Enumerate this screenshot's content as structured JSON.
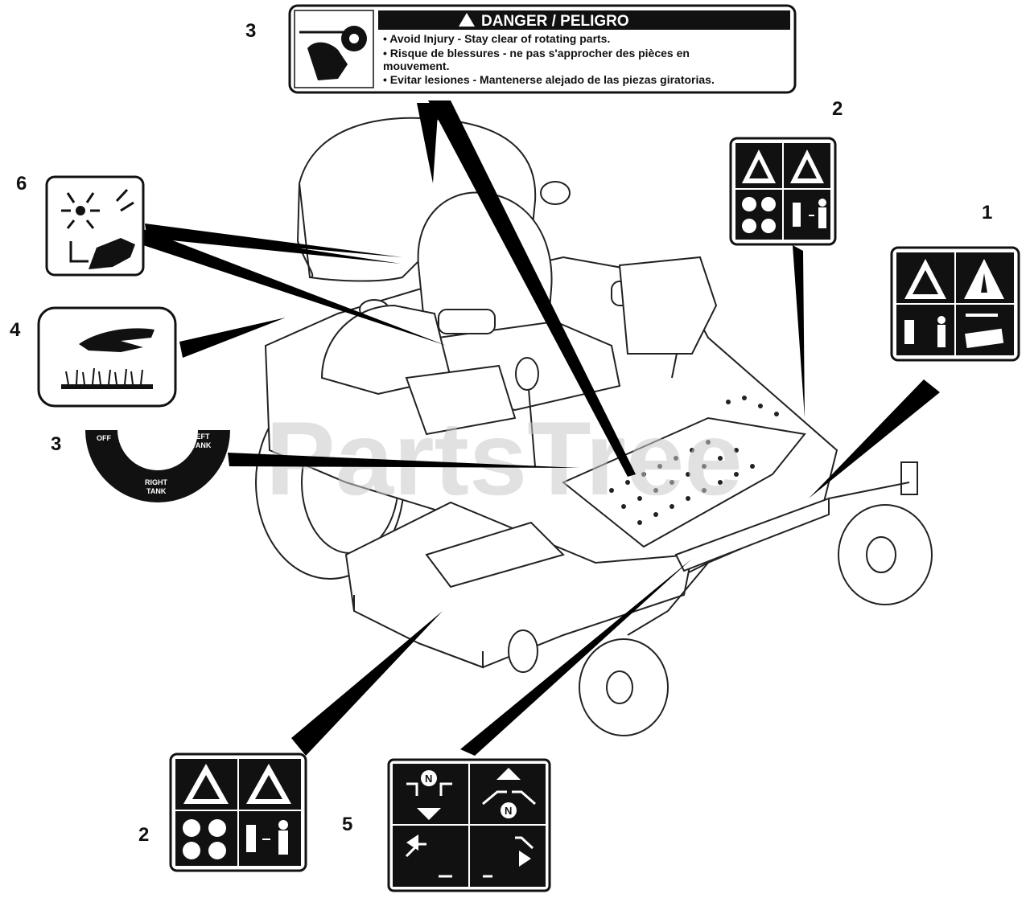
{
  "watermark": "PartsTree",
  "callouts": {
    "c1": "1",
    "c2_top": "2",
    "c2_bottom": "2",
    "c3_top": "3",
    "c3_left": "3",
    "c4": "4",
    "c5": "5",
    "c6": "6"
  },
  "danger_decal": {
    "title": "DANGER / PELIGRO",
    "lines": [
      "• Avoid Injury - Stay clear of rotating parts.",
      "• Risque de blessures - ne pas s'approcher des pièces en",
      "  mouvement.",
      "• Evitar lesiones - Mantenerse alejado de las piezas giratorias."
    ]
  },
  "fuel_selector_decal": {
    "off": "OFF",
    "left_tank_1": "LEFT",
    "left_tank_2": "TANK",
    "right_tank_1": "RIGHT",
    "right_tank_2": "TANK"
  },
  "decal5_symbol": "N"
}
